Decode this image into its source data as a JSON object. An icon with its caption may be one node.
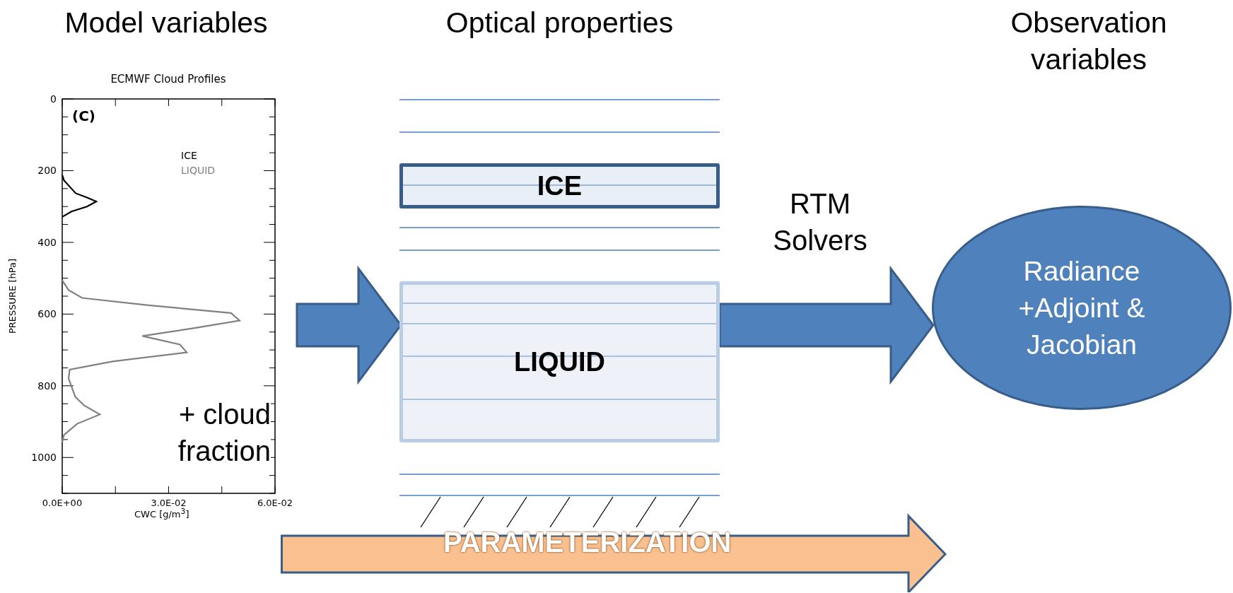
{
  "diagram": {
    "nodes": [
      {
        "text": [
          "Model variables",
          "+ cloud fraction"
        ]
      },
      {
        "text": [
          "Optical properties"
        ]
      },
      {
        "text": [
          "ICE"
        ],
        "in": 1
      },
      {
        "text": [
          "LIQUID"
        ],
        "in": 1
      },
      {
        "text": [
          "Observation variables",
          "Radiance +Adjoint & Jacobian"
        ]
      },
      {
        "text": [
          "PARAMETERIZATION"
        ]
      }
    ],
    "edges": [
      {
        "from": 0,
        "to": 1,
        "arrow": "to",
        "style": "thick"
      },
      {
        "from": 1,
        "to": 4,
        "arrow": "to",
        "style": "thick",
        "label": "RTM Solvers"
      }
    ],
    "chart_data": {
      "type": "line",
      "title": "ECMWF Cloud Profiles",
      "xlabel": "CWC [g/m$^{3}$]",
      "ylabel": "PRESSURE [hPa]",
      "orientation": "horizontal",
      "xlim": [
        0,
        0.06
      ],
      "ylim": [
        1100,
        0
      ],
      "xticks": [
        {
          "value": 0,
          "label": "0.0E+00"
        },
        {
          "value": 0.03,
          "label": "3.0E-02"
        },
        {
          "value": 0.06,
          "label": "6.0E-02"
        }
      ],
      "yticks": [
        0,
        200,
        400,
        600,
        800,
        1000
      ],
      "annotations": [
        "(C)"
      ],
      "series": [
        {
          "name": "ICE",
          "color": "#000000",
          "x": [
            212,
            227,
            263,
            275,
            286,
            300,
            314,
            329
          ],
          "values": [
            0,
            0.0005,
            0.0038,
            0.007,
            0.0096,
            0.007,
            0.0026,
            0
          ]
        },
        {
          "name": "LIQUID",
          "color": "#808080",
          "x": [
            506,
            533,
            555,
            575,
            597,
            618,
            639,
            661,
            685,
            707,
            732,
            755,
            780,
            831,
            855,
            880,
            906,
            937,
            957
          ],
          "values": [
            0,
            0.0018,
            0.0056,
            0.0238,
            0.0476,
            0.05,
            0.0373,
            0.0226,
            0.0332,
            0.0351,
            0.0142,
            0.0021,
            0.0018,
            0.0037,
            0.0062,
            0.0106,
            0.0042,
            0.0005,
            0
          ]
        }
      ]
    }
  }
}
